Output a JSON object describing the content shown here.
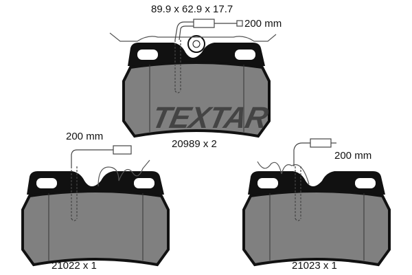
{
  "watermark": "TEXTAR",
  "dimensions": "89.9 x 62.9 x 17.7",
  "pads": [
    {
      "part": "20989 x 2",
      "sensor_length": "200 mm"
    },
    {
      "part": "21022 x 1",
      "sensor_length": "200 mm"
    },
    {
      "part": "21023 x 1",
      "sensor_length": "200 mm"
    }
  ],
  "colors": {
    "friction": "#808080",
    "backing": "#111111"
  }
}
